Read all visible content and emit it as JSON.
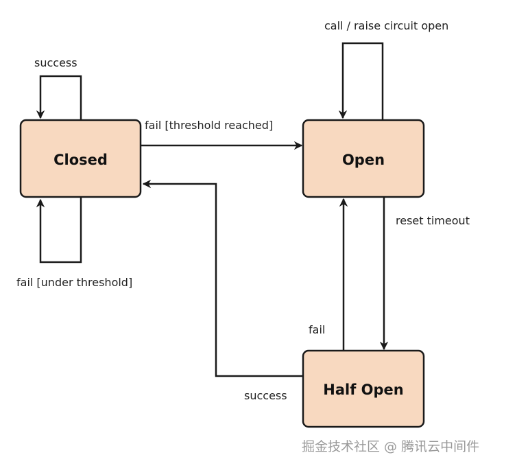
{
  "states": {
    "closed": "Closed",
    "open": "Open",
    "half_open": "Half Open"
  },
  "transitions": {
    "closed_success": "success",
    "closed_fail_under": "fail [under threshold]",
    "closed_to_open": "fail [threshold reached]",
    "open_call": "call / raise circuit open",
    "open_reset": "reset timeout",
    "half_open_fail": "fail",
    "half_open_success": "success"
  },
  "watermark": "掘金技术社区 @ 腾讯云中间件",
  "colors": {
    "state_fill": "#f8d9c0",
    "stroke": "#1a1a1a"
  }
}
